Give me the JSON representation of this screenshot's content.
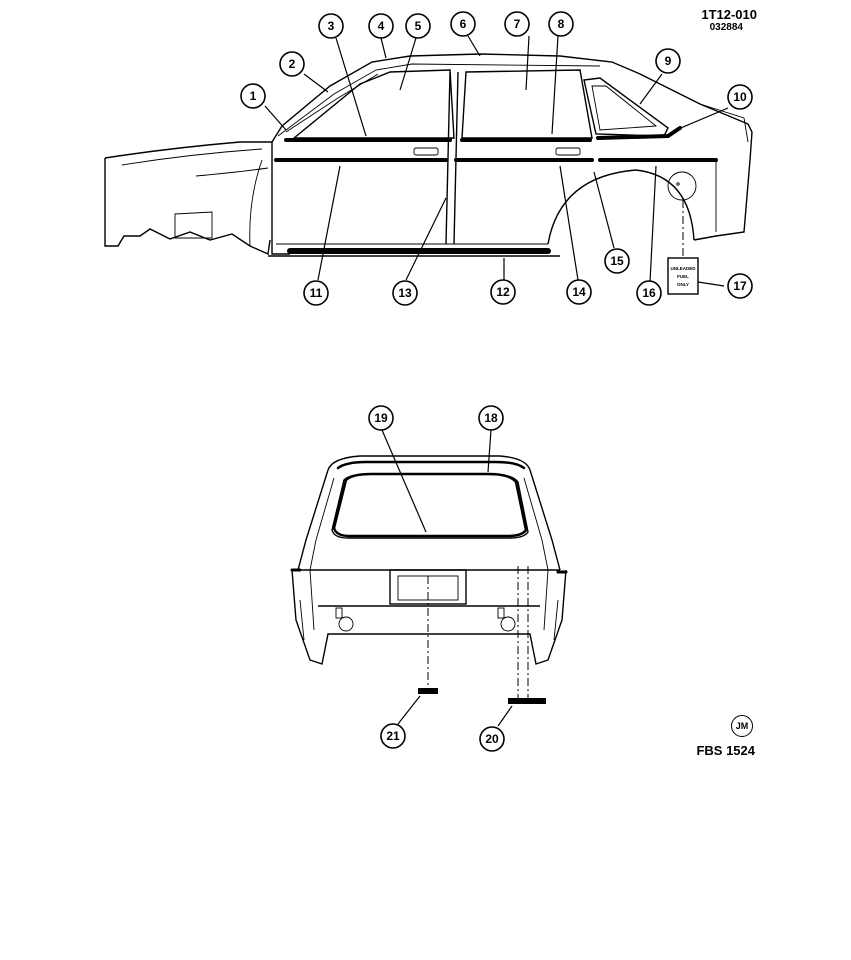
{
  "header": {
    "code": "1T12-010",
    "sub_code": "032884"
  },
  "footer": {
    "badge": "JM",
    "code": "FBS 1524"
  },
  "side_view": {
    "callouts": [
      "1",
      "2",
      "3",
      "4",
      "5",
      "6",
      "7",
      "8",
      "9",
      "10",
      "11",
      "12",
      "13",
      "14",
      "15",
      "16",
      "17"
    ],
    "fuel_label": [
      "UNLEADED",
      "FUEL",
      "ONLY"
    ]
  },
  "rear_view": {
    "callouts": [
      "18",
      "19",
      "20",
      "21"
    ]
  }
}
